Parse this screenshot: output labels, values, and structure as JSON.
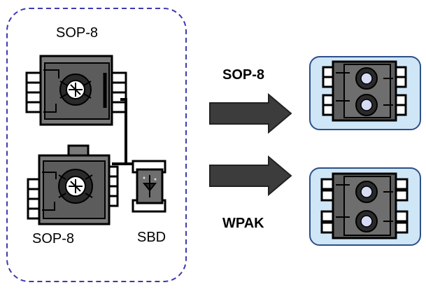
{
  "labels": {
    "top_chip": "SOP-8",
    "bottom_chip": "SOP-8",
    "diode": "SBD",
    "arrow_top": "SOP-8",
    "arrow_bottom": "WPAK"
  },
  "colors": {
    "dashed_border": "#3b3bb0",
    "chip_body": "#7a7a7a",
    "chip_dark": "#2a2a2a",
    "pin": "#ffffff",
    "package_bg": "#cfe6f7",
    "package_border": "#2d4f8a",
    "arrow_fill": "#3c3c3c"
  }
}
